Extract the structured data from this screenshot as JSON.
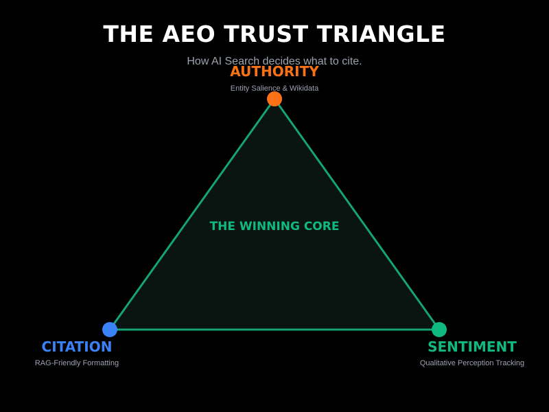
{
  "header": {
    "title": "THE AEO TRUST TRIANGLE",
    "subtitle": "How AI Search decides what to cite."
  },
  "colors": {
    "background": "#000000",
    "triangle_stroke": "#10b981",
    "triangle_fill": "#0a1a14",
    "authority": "#f97316",
    "citation": "#3b82f6",
    "sentiment": "#10b981",
    "subtext": "#9ca3af"
  },
  "nodes": {
    "authority": {
      "title": "AUTHORITY",
      "subtitle": "Entity Salience & Wikidata"
    },
    "citation": {
      "title": "CITATION",
      "subtitle": "RAG-Friendly Formatting"
    },
    "sentiment": {
      "title": "SENTIMENT",
      "subtitle": "Qualitative Perception Tracking"
    }
  },
  "core": {
    "label": "THE WINNING CORE"
  }
}
